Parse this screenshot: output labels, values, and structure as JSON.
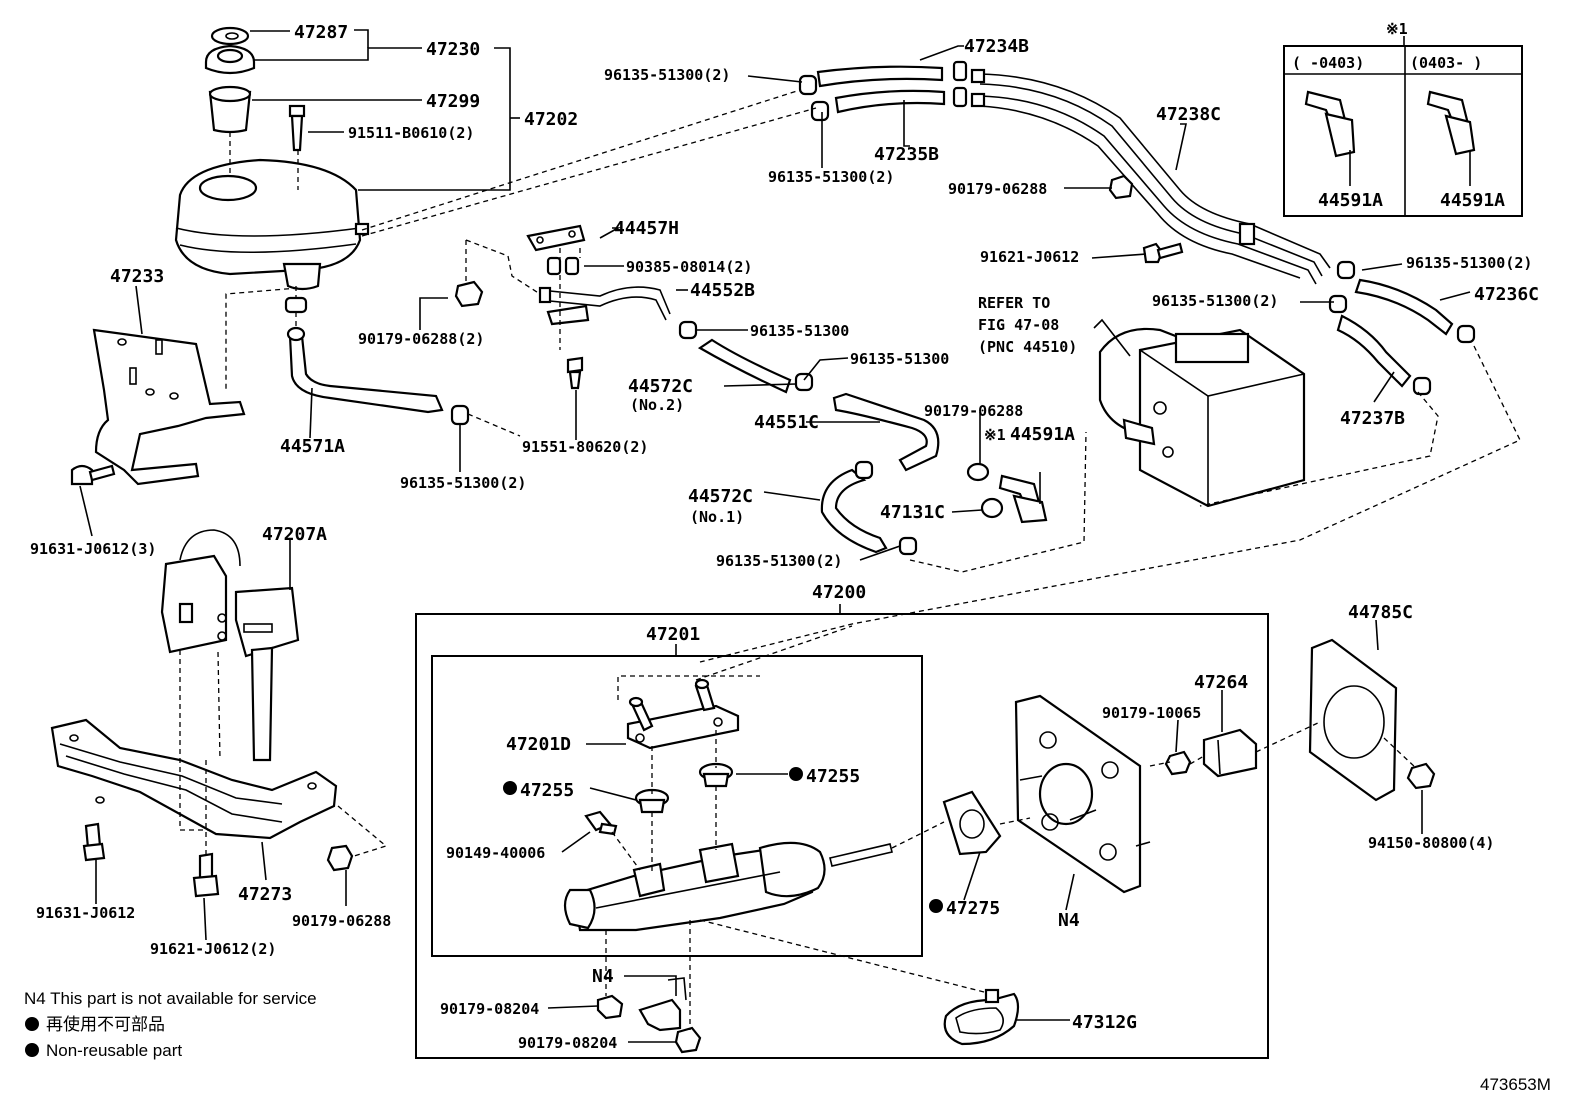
{
  "labels": {
    "p47287": "47287",
    "p47230": "47230",
    "p47299": "47299",
    "p47202": "47202",
    "p91511": "91511-B0610(2)",
    "p47234b": "47234B",
    "p96135_a": "96135-51300(2)",
    "p96135_b": "96135-51300(2)",
    "p47235b": "47235B",
    "p47238c": "47238C",
    "p90179_06288_top": "90179-06288",
    "p91621_top": "91621-J0612",
    "p96135_c": "96135-51300(2)",
    "p96135_d": "96135-51300(2)",
    "p47236c": "47236C",
    "p47237b": "47237B",
    "p47233": "47233",
    "p44457h": "44457H",
    "p90385": "90385-08014(2)",
    "p44552b": "44552B",
    "p90179_06288_2": "90179-06288(2)",
    "p96135_e": "96135-51300",
    "p96135_f": "96135-51300",
    "p44572c_2": "44572C",
    "p44572c_2_sub": "(No.2)",
    "p44571a": "44571A",
    "p91551": "91551-80620(2)",
    "p96135_g": "96135-51300(2)",
    "p44551c": "44551C",
    "p90179_06288_mid": "90179-06288",
    "p44591a_mid": "44591A",
    "mark_x1_mid": "※1",
    "p44572c_1": "44572C",
    "p44572c_1_sub": "(No.1)",
    "p47131c": "47131C",
    "p96135_h": "96135-51300(2)",
    "refer1": "REFER TO",
    "refer2": "FIG 47-08",
    "refer3": "(PNC 44510)",
    "p91631_3": "91631-J0612(3)",
    "p47207a": "47207A",
    "p47200": "47200",
    "p47201": "47201",
    "p47201d": "47201D",
    "p47255_l": "47255",
    "p47255_r": "47255",
    "p90149": "90149-40006",
    "p47275": "47275",
    "p44785c": "44785C",
    "p47264": "47264",
    "p90179_10065": "90179-10065",
    "p94150": "94150-80800(4)",
    "n4_mid": "N4",
    "n4_low": "N4",
    "p90179_08204_a": "90179-08204",
    "p90179_08204_b": "90179-08204",
    "p47312g": "47312G",
    "p91631_1": "91631-J0612",
    "p47273": "47273",
    "p91621_2": "91621-J0612(2)",
    "p90179_06288_low": "90179-06288",
    "mark_x1_top": "※1",
    "inset_col1": "(   -0403)",
    "inset_col2": "(0403-    )",
    "p44591a_in1": "44591A",
    "p44591a_in2": "44591A",
    "figure_id": "473653M"
  },
  "notes": {
    "n4": "N4 This part is not available for service",
    "nonreuse_jp": "再使用不可部品",
    "nonreuse_en": "Non-reusable part"
  }
}
